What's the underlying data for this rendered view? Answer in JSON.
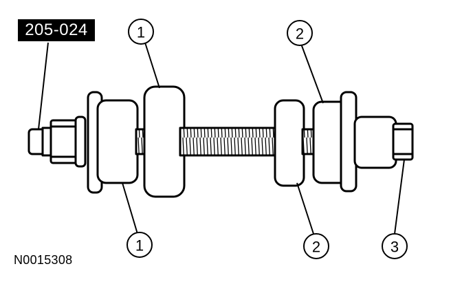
{
  "tool_number": "205-024",
  "reference_code": "N0015308",
  "callouts": {
    "c1_top": "1",
    "c2_top": "2",
    "c1_bottom": "1",
    "c2_bottom": "2",
    "c3_bottom": "3"
  }
}
